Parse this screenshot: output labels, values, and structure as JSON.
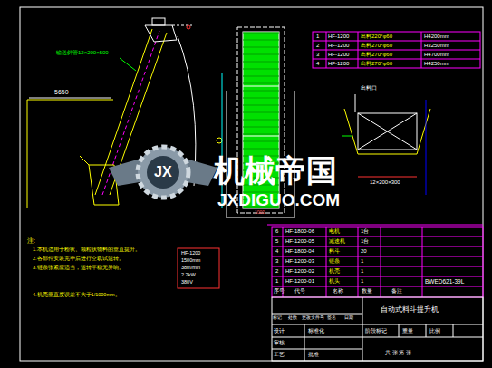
{
  "diagram": {
    "labels": [
      "1",
      "HF-1200",
      "出料220°φ60",
      "H4200mm",
      "2",
      "HF-1200",
      "出料270°φ60",
      "H3250mm",
      "3",
      "HF-1200",
      "出料270°φ60",
      "H4700mm",
      "4",
      "HF-1200",
      "出料270°φ60",
      "H4250mm",
      "输送斜管12×200×500",
      "5650",
      "出料口",
      "12×200×300",
      "1000",
      "JX",
      "机械帝国",
      "JXDIGUO.COM",
      "注:",
      "1.本机适用于粉状、颗粒状物料的垂直提升。",
      "2.各部件安装完毕后进行空载试运转。",
      "3.链条张紧应适当，运转平稳无异响。",
      "4.机壳垂直度误差不大于1/1000mm。",
      "HF-1200",
      "1500mm",
      "38m/min",
      "2.2kW",
      "380V",
      "6",
      "HF-1800-06",
      "电机",
      "1台",
      "5",
      "HF-1200-05",
      "减速机",
      "1台",
      "4",
      "HF-1800-04",
      "料斗",
      "20",
      "3",
      "HF-1200-03",
      "链条",
      "1",
      "2",
      "HF-1200-02",
      "机壳",
      "1",
      "1",
      "HF-1200-01",
      "机头",
      "1",
      "BWED621-39L",
      "序号",
      "代号",
      "名称",
      "数量",
      "备注",
      "自动式料斗提升机",
      "标记",
      "处数",
      "更改文件号",
      "签名",
      "日期",
      "设计",
      "标准化",
      "审核",
      "工艺",
      "批准",
      "阶段标记",
      "重量",
      "比例",
      "共 张 第 张"
    ]
  }
}
